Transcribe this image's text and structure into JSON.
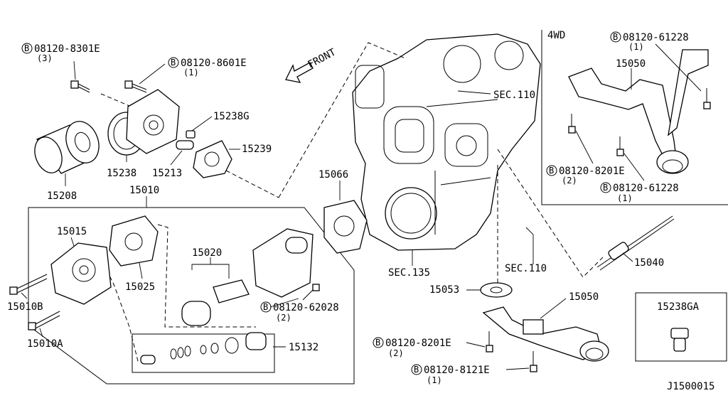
{
  "labels": {
    "b1_code": "08120-8301E",
    "b1_qty": "(3)",
    "b2_code": "08120-8601E",
    "b2_qty": "(1)",
    "front": "FRONT",
    "p15238g": "15238G",
    "p15239": "15239",
    "p15238": "15238",
    "p15213": "15213",
    "p15208": "15208",
    "p15010": "15010",
    "p15015": "15015",
    "p15025": "15025",
    "p15020": "15020",
    "p15010b": "15010B",
    "p15010a": "15010A",
    "b3_code": "08120-62028",
    "b3_qty": "(2)",
    "p15132": "15132",
    "p15066": "15066",
    "sec135": "SEC.135",
    "sec110_top": "SEC.110",
    "sec110_bottom": "SEC.110",
    "p15053": "15053",
    "p15050": "15050",
    "b4_code": "08120-8201E",
    "b4_qty": "(2)",
    "b5_code": "08120-8121E",
    "b5_qty": "(1)",
    "p15040": "15040",
    "p15238ga": "15238GA",
    "wd4": "4WD",
    "b6_code": "08120-61228",
    "b6_qty": "(1)",
    "p15050_4wd": "15050",
    "b7_code": "08120-8201E",
    "b7_qty": "(2)",
    "b8_code": "08120-61228",
    "b8_qty": "(1)",
    "bolt_symbol": "B",
    "figure_id": "J1500015"
  }
}
